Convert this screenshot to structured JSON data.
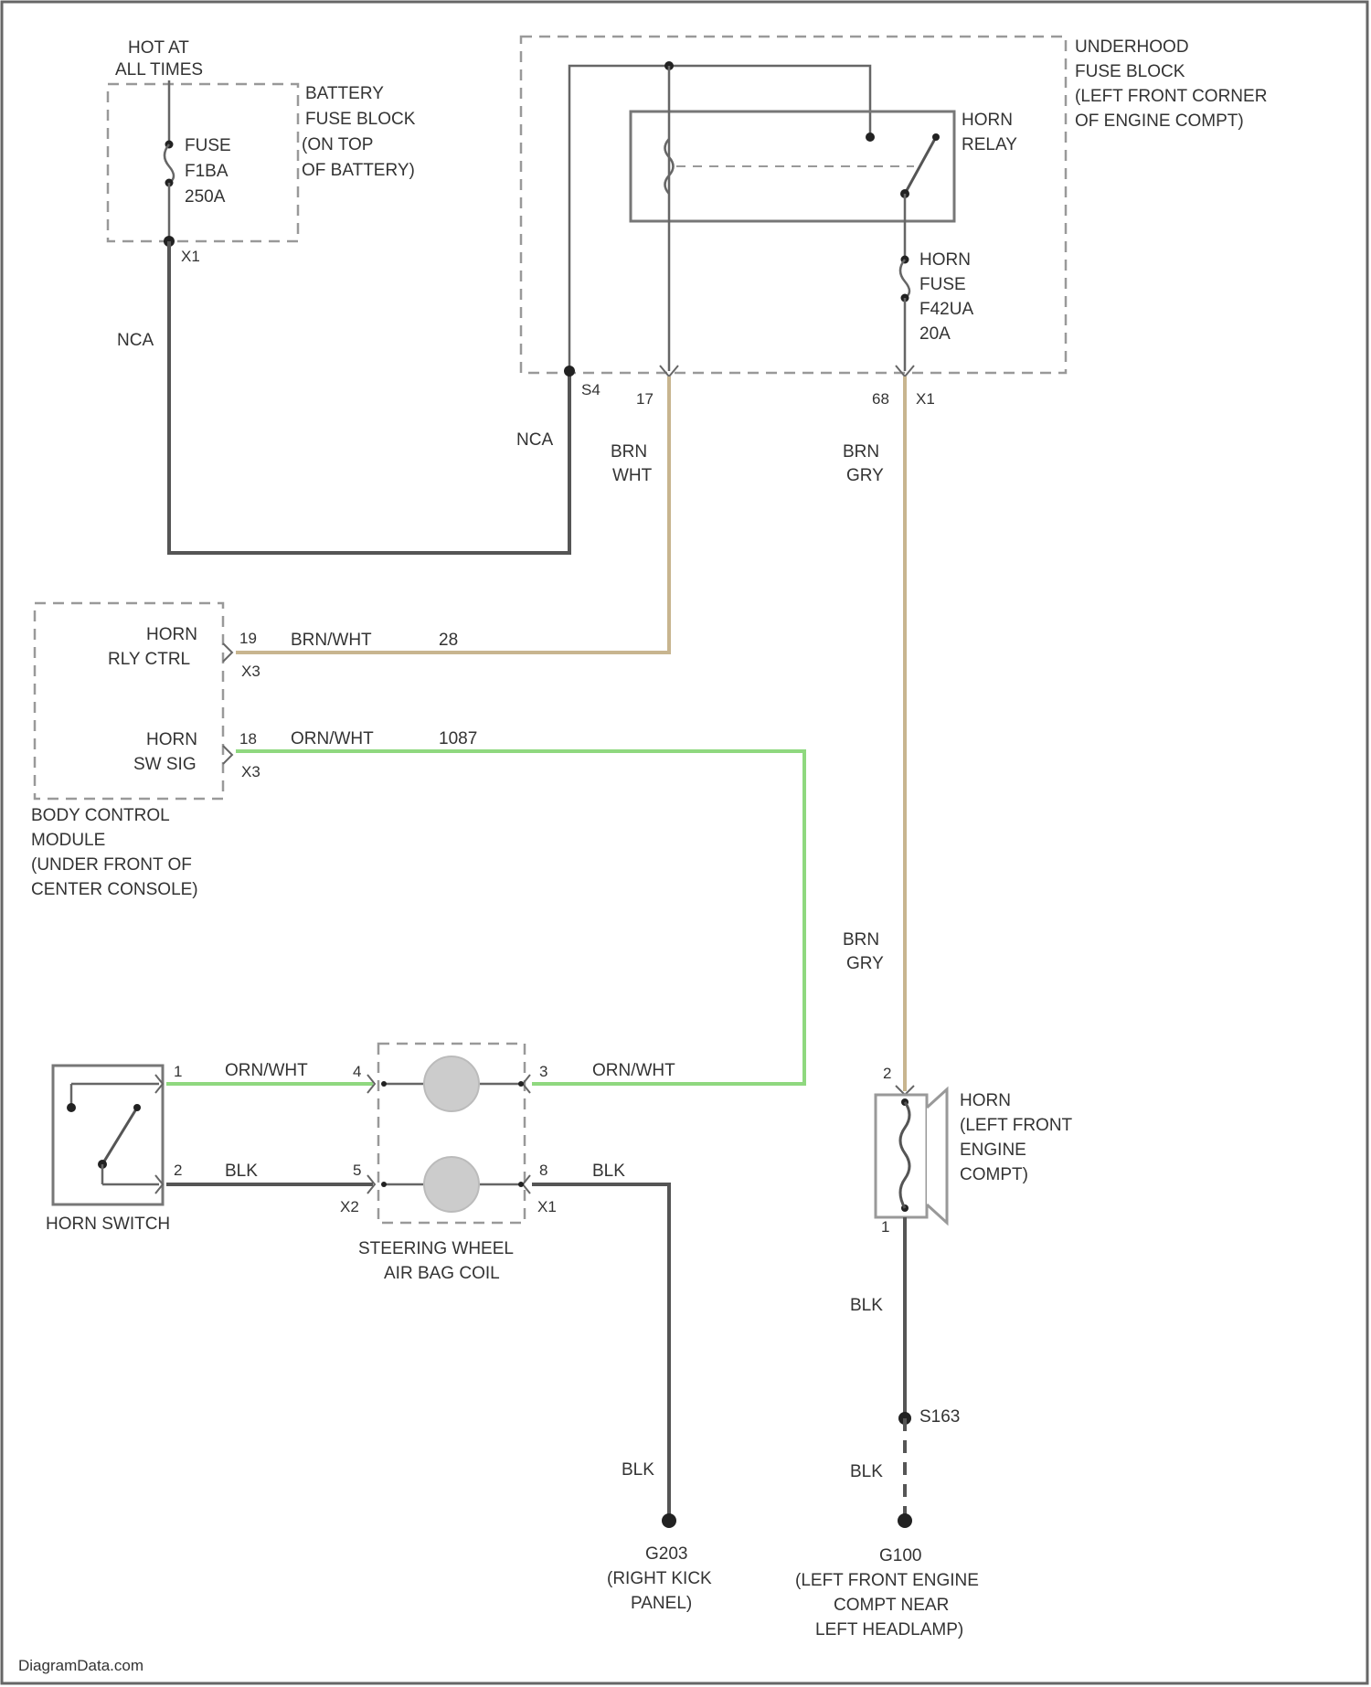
{
  "colors": {
    "black_wire": "#555555",
    "brown_wire": "#c8b58f",
    "green_wire": "#8fd87f",
    "outline": "#999999"
  },
  "battery": {
    "hot_line1": "HOT AT",
    "hot_line2": "ALL TIMES",
    "block_line1": "BATTERY",
    "block_line2": "FUSE BLOCK",
    "block_line3": "(ON TOP",
    "block_line4": "OF BATTERY)",
    "fuse_line1": "FUSE",
    "fuse_line2": "F1BA",
    "fuse_line3": "250A",
    "connector": "X1"
  },
  "underhood": {
    "title_line1": "UNDERHOOD",
    "title_line2": "FUSE BLOCK",
    "title_line3": "(LEFT FRONT CORNER",
    "title_line4": "OF ENGINE COMPT)",
    "relay_line1": "HORN",
    "relay_line2": "RELAY",
    "fuse_line1": "HORN",
    "fuse_line2": "FUSE",
    "fuse_line3": "F42UA",
    "fuse_line4": "20A",
    "pin_left": "S4",
    "pin_mid": "17",
    "pin_right": "68",
    "connector_right": "X1"
  },
  "wires": {
    "nca_1": "NCA",
    "nca_2": "NCA",
    "brn_wht_1": "BRN",
    "brn_wht_2": "WHT",
    "brn_gry_1": "BRN",
    "brn_gry_2": "GRY",
    "brn_gry_low_1": "BRN",
    "brn_gry_low_2": "GRY",
    "bcm_rly_wire": "BRN/WHT",
    "bcm_rly_circuit": "28",
    "bcm_sw_wire": "ORN/WHT",
    "bcm_sw_circuit": "1087",
    "sw_top_wire": "ORN/WHT",
    "sw_bottom_wire": "BLK",
    "coil_top_wire": "ORN/WHT",
    "coil_bottom_wire": "BLK",
    "ground_left_wire": "BLK",
    "horn_ground_wire": "BLK",
    "splice_ground_wire": "BLK"
  },
  "bcm": {
    "horn_rly_line1": "HORN",
    "horn_rly_line2": "RLY CTRL",
    "horn_sw_line1": "HORN",
    "horn_sw_line2": "SW SIG",
    "pin_rly": "19",
    "conn_rly": "X3",
    "pin_sw": "18",
    "conn_sw": "X3",
    "name_line1": "BODY CONTROL",
    "name_line2": "MODULE",
    "name_line3": "(UNDER FRONT OF",
    "name_line4": "CENTER CONSOLE)"
  },
  "horn_switch": {
    "label": "HORN SWITCH",
    "pin_top": "1",
    "pin_bottom": "2"
  },
  "airbag_coil": {
    "label_line1": "STEERING WHEEL",
    "label_line2": "AIR BAG COIL",
    "pin_left_top": "4",
    "pin_left_bottom": "5",
    "conn_left": "X2",
    "pin_right_top": "3",
    "pin_right_bottom": "8",
    "conn_right": "X1"
  },
  "horn": {
    "label_line1": "HORN",
    "label_line2": "(LEFT FRONT",
    "label_line3": "ENGINE",
    "label_line4": "COMPT)",
    "pin_top": "2",
    "pin_bottom": "1"
  },
  "grounds": {
    "splice": "S163",
    "left_name": "G203",
    "left_loc1": "(RIGHT KICK",
    "left_loc2": "PANEL)",
    "right_name": "G100",
    "right_loc1": "(LEFT FRONT ENGINE",
    "right_loc2": "COMPT NEAR",
    "right_loc3": "LEFT HEADLAMP)"
  },
  "watermark": "DiagramData.com"
}
